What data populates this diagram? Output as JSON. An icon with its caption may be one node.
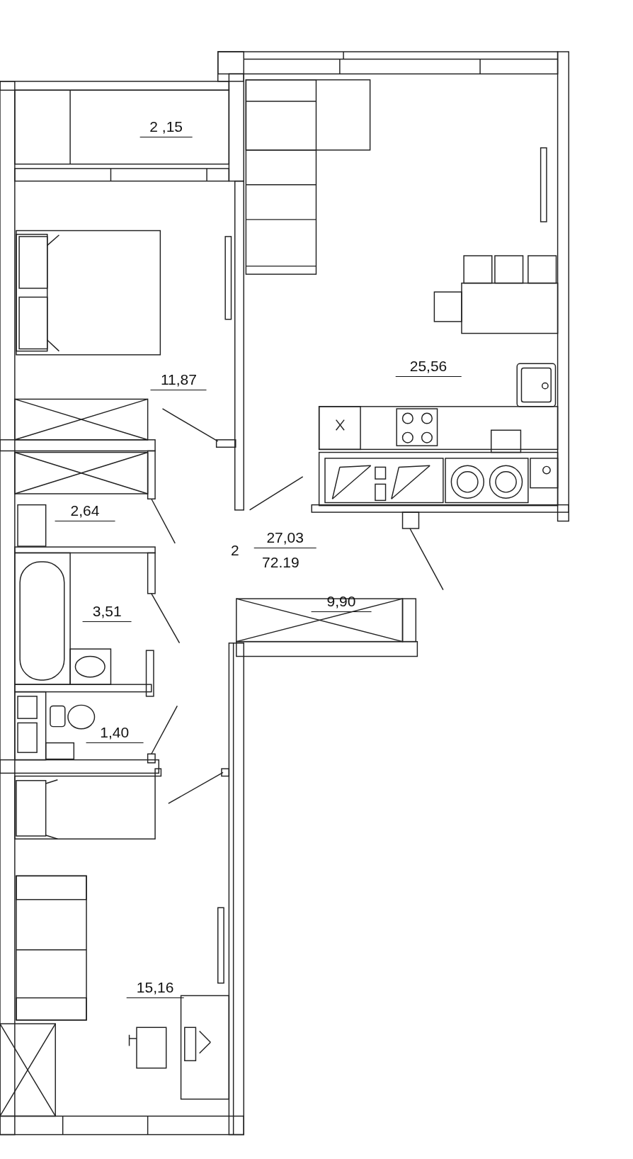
{
  "diagram": {
    "labels": [
      "2 ,15",
      "11,87",
      "25,56",
      "2,64",
      "2",
      "27,03",
      "72.19",
      "3,51",
      "9,90",
      "1,40",
      "15,16"
    ]
  }
}
